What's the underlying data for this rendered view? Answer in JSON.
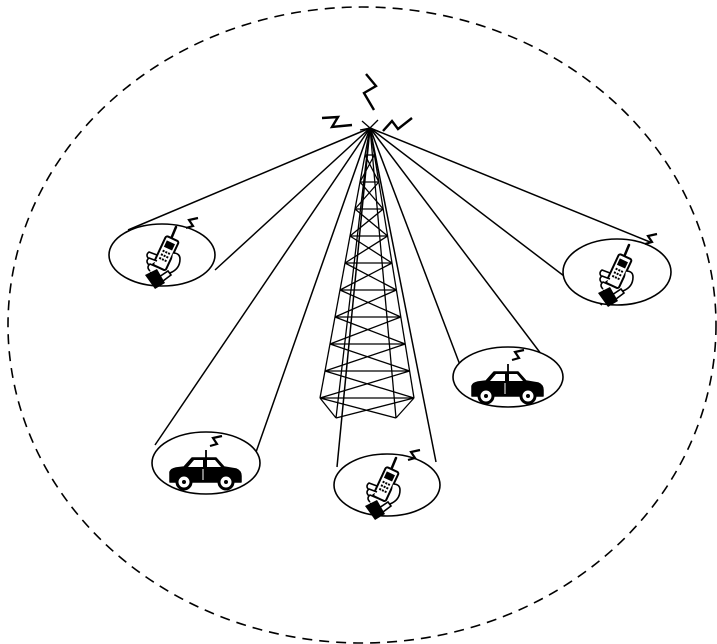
{
  "diagram": {
    "coverage": {
      "style": "dashed"
    },
    "tower": {
      "icon": "cell-tower-icon",
      "signal": "lightning-bolt-icon"
    },
    "terminals": [
      {
        "id": "handset-left",
        "kind": "handset",
        "icon": "mobile-phone-in-hand-icon"
      },
      {
        "id": "handset-right",
        "kind": "handset",
        "icon": "mobile-phone-in-hand-icon"
      },
      {
        "id": "car-center-right",
        "kind": "vehicle",
        "icon": "car-icon"
      },
      {
        "id": "car-left",
        "kind": "vehicle",
        "icon": "car-icon"
      },
      {
        "id": "handset-bottom",
        "kind": "handset",
        "icon": "mobile-phone-in-hand-icon"
      }
    ],
    "colors": {
      "stroke": "#000000",
      "background": "#ffffff"
    }
  }
}
